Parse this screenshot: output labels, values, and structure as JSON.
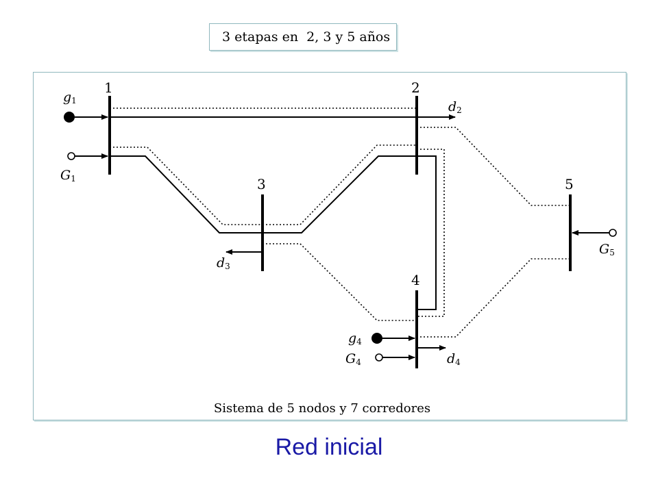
{
  "header": {
    "stage_text": "3 etapas en  2, 3 y 5 años"
  },
  "nodes": [
    {
      "id": "1",
      "label": "1"
    },
    {
      "id": "2",
      "label": "2"
    },
    {
      "id": "3",
      "label": "3"
    },
    {
      "id": "4",
      "label": "4"
    },
    {
      "id": "5",
      "label": "5"
    }
  ],
  "vars": {
    "g1": {
      "base": "g",
      "sub": "1"
    },
    "G1": {
      "base": "G",
      "sub": "1"
    },
    "d2": {
      "base": "d",
      "sub": "2"
    },
    "d3": {
      "base": "d",
      "sub": "3"
    },
    "g4": {
      "base": "g",
      "sub": "4"
    },
    "G4": {
      "base": "G",
      "sub": "4"
    },
    "d4": {
      "base": "d",
      "sub": "4"
    },
    "G5": {
      "base": "G",
      "sub": "5"
    }
  },
  "caption": "Sistema de 5 nodos y 7 corredores",
  "footer_title": "Red inicial",
  "colors": {
    "frame_border": "#8fb7bd",
    "footer_text": "#1a1aa6"
  }
}
